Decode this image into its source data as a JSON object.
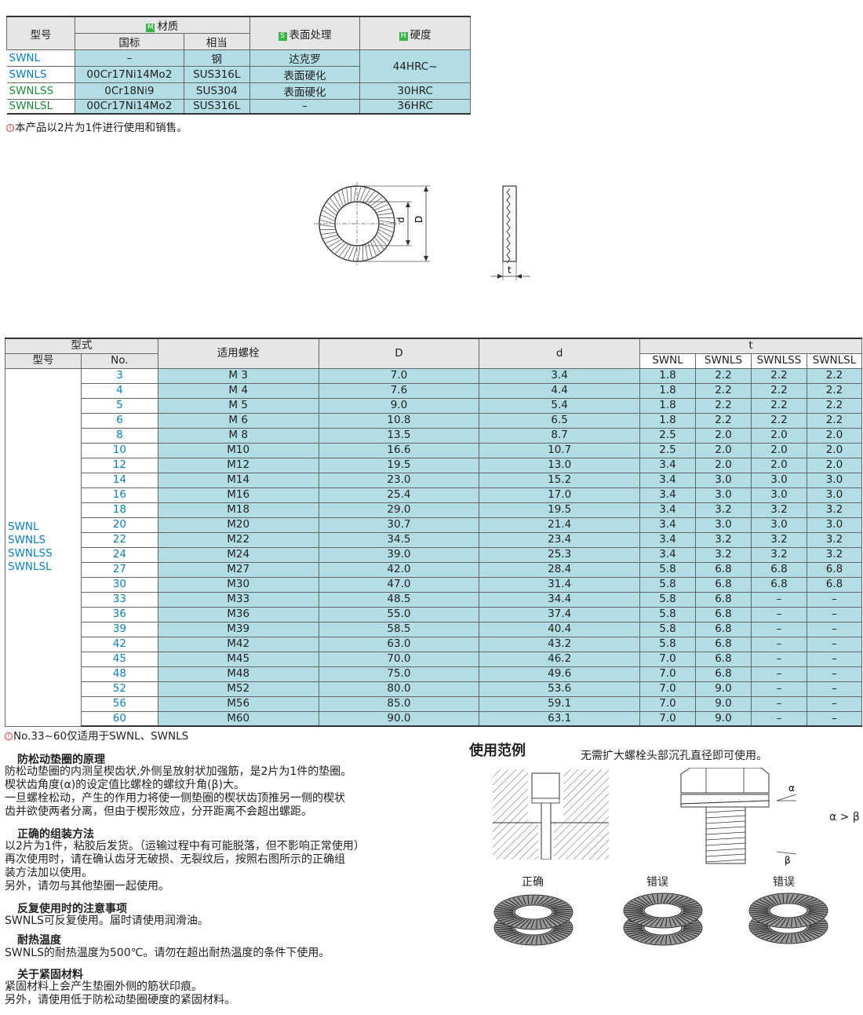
{
  "material_table": {
    "headers": {
      "model": "型号",
      "material_tag": "M",
      "material": "材质",
      "national": "国标",
      "equivalent": "相当",
      "surface_tag": "S",
      "surface": "表面处理",
      "hardness_tag": "H",
      "hardness": "硬度"
    },
    "rows": [
      {
        "model": "SWNL",
        "national": "–",
        "equivalent": "钢",
        "surface": "达克罗"
      },
      {
        "model": "SWNLS",
        "national": "00Cr17Ni14Mo2",
        "equivalent": "SUS316L",
        "surface": "表面硬化"
      },
      {
        "model": "SWNLSS",
        "national": "0Cr18Ni9",
        "equivalent": "SUS304",
        "surface": "表面硬化",
        "hardness": "30HRC"
      },
      {
        "model": "SWNLSL",
        "national": "00Cr17Ni14Mo2",
        "equivalent": "SUS316L",
        "surface": "–",
        "hardness": "36HRC"
      }
    ],
    "merged_hardness": "44HRC~",
    "note": "本产品以2片为1件进行使用和销售。",
    "warn_icon": "!"
  },
  "diagram": {
    "label_d": "d",
    "label_D": "D",
    "label_t": "t"
  },
  "dims_table": {
    "headers": {
      "type": "型式",
      "model": "型号",
      "no": "No.",
      "bolt": "适用螺栓",
      "D": "D",
      "d": "d",
      "t": "t",
      "t_cols": [
        "SWNL",
        "SWNLS",
        "SWNLSS",
        "SWNLSL"
      ]
    },
    "series": [
      "SWNL",
      "SWNLS",
      "SWNLSS",
      "SWNLSL"
    ],
    "rows": [
      {
        "no": "3",
        "bolt": "M 3",
        "D": "7.0",
        "d": "3.4",
        "t": [
          "1.8",
          "2.2",
          "2.2",
          "2.2"
        ]
      },
      {
        "no": "4",
        "bolt": "M 4",
        "D": "7.6",
        "d": "4.4",
        "t": [
          "1.8",
          "2.2",
          "2.2",
          "2.2"
        ]
      },
      {
        "no": "5",
        "bolt": "M 5",
        "D": "9.0",
        "d": "5.4",
        "t": [
          "1.8",
          "2.2",
          "2.2",
          "2.2"
        ]
      },
      {
        "no": "6",
        "bolt": "M 6",
        "D": "10.8",
        "d": "6.5",
        "t": [
          "1.8",
          "2.2",
          "2.2",
          "2.2"
        ]
      },
      {
        "no": "8",
        "bolt": "M 8",
        "D": "13.5",
        "d": "8.7",
        "t": [
          "2.5",
          "2.0",
          "2.0",
          "2.0"
        ]
      },
      {
        "no": "10",
        "bolt": "M10",
        "D": "16.6",
        "d": "10.7",
        "t": [
          "2.5",
          "2.0",
          "2.0",
          "2.0"
        ]
      },
      {
        "no": "12",
        "bolt": "M12",
        "D": "19.5",
        "d": "13.0",
        "t": [
          "3.4",
          "2.0",
          "2.0",
          "2.0"
        ]
      },
      {
        "no": "14",
        "bolt": "M14",
        "D": "23.0",
        "d": "15.2",
        "t": [
          "3.4",
          "3.0",
          "3.0",
          "3.0"
        ]
      },
      {
        "no": "16",
        "bolt": "M16",
        "D": "25.4",
        "d": "17.0",
        "t": [
          "3.4",
          "3.0",
          "3.0",
          "3.0"
        ]
      },
      {
        "no": "18",
        "bolt": "M18",
        "D": "29.0",
        "d": "19.5",
        "t": [
          "3.4",
          "3.2",
          "3.2",
          "3.2"
        ]
      },
      {
        "no": "20",
        "bolt": "M20",
        "D": "30.7",
        "d": "21.4",
        "t": [
          "3.4",
          "3.0",
          "3.0",
          "3.0"
        ]
      },
      {
        "no": "22",
        "bolt": "M22",
        "D": "34.5",
        "d": "23.4",
        "t": [
          "3.4",
          "3.2",
          "3.2",
          "3.2"
        ]
      },
      {
        "no": "24",
        "bolt": "M24",
        "D": "39.0",
        "d": "25.3",
        "t": [
          "3.4",
          "3.2",
          "3.2",
          "3.2"
        ]
      },
      {
        "no": "27",
        "bolt": "M27",
        "D": "42.0",
        "d": "28.4",
        "t": [
          "5.8",
          "6.8",
          "6.8",
          "6.8"
        ]
      },
      {
        "no": "30",
        "bolt": "M30",
        "D": "47.0",
        "d": "31.4",
        "t": [
          "5.8",
          "6.8",
          "6.8",
          "6.8"
        ]
      },
      {
        "no": "33",
        "bolt": "M33",
        "D": "48.5",
        "d": "34.4",
        "t": [
          "5.8",
          "6.8",
          "–",
          "–"
        ]
      },
      {
        "no": "36",
        "bolt": "M36",
        "D": "55.0",
        "d": "37.4",
        "t": [
          "5.8",
          "6.8",
          "–",
          "–"
        ]
      },
      {
        "no": "39",
        "bolt": "M39",
        "D": "58.5",
        "d": "40.4",
        "t": [
          "5.8",
          "6.8",
          "–",
          "–"
        ]
      },
      {
        "no": "42",
        "bolt": "M42",
        "D": "63.0",
        "d": "43.2",
        "t": [
          "5.8",
          "6.8",
          "–",
          "–"
        ]
      },
      {
        "no": "45",
        "bolt": "M45",
        "D": "70.0",
        "d": "46.2",
        "t": [
          "7.0",
          "6.8",
          "–",
          "–"
        ]
      },
      {
        "no": "48",
        "bolt": "M48",
        "D": "75.0",
        "d": "49.6",
        "t": [
          "7.0",
          "6.8",
          "–",
          "–"
        ]
      },
      {
        "no": "52",
        "bolt": "M52",
        "D": "80.0",
        "d": "53.6",
        "t": [
          "7.0",
          "9.0",
          "–",
          "–"
        ]
      },
      {
        "no": "56",
        "bolt": "M56",
        "D": "85.0",
        "d": "59.1",
        "t": [
          "7.0",
          "9.0",
          "–",
          "–"
        ]
      },
      {
        "no": "60",
        "bolt": "M60",
        "D": "90.0",
        "d": "63.1",
        "t": [
          "7.0",
          "9.0",
          "–",
          "–"
        ]
      }
    ],
    "note": "No.33~60仅适用于SWNL、SWNLS"
  },
  "sections": [
    {
      "title": "防松动垫圈的原理",
      "body": "防松动垫圈的内测呈楔齿状,外侧呈放射状加强筋，是2片为1件的垫圈。\n楔状齿角度(α)的设定值比螺栓的螺纹升角(β)大。\n一旦螺栓松动，产生的作用力将使一侧垫圈的楔状齿顶推另一侧的楔状\n齿并欲使两者分离，但由于楔形效应，分开距离不会超出螺距。"
    },
    {
      "title": "正确的组装方法",
      "body": "以2片为1件，粘胶后发货。（运输过程中有可能脱落，但不影响正常使用）\n再次使用时，请在确认齿牙无破损、无裂纹后，按照右图所示的正确组\n装方法加以使用。\n另外，请勿与其他垫圈一起使用。"
    },
    {
      "title": "反复使用时的注意事项",
      "body": "SWNLS可反复使用。届时请使用润滑油。"
    },
    {
      "title": "耐热温度",
      "body": "SWNLS的耐热温度为500℃。请勿在超出耐热温度的条件下使用。"
    },
    {
      "title": "关于紧固材料",
      "body": "紧固材料上会产生垫圈外侧的筋状印痕。\n另外，请使用低于防松动垫圈硬度的紧固材料。"
    }
  ],
  "usage": {
    "title": "使用范例",
    "subtitle": "无需扩大螺栓头部沉孔直径即可使用。",
    "alpha": "α",
    "beta": "β",
    "relation": "α > β",
    "correct": "正确",
    "wrong1": "错误",
    "wrong2": "错误"
  }
}
